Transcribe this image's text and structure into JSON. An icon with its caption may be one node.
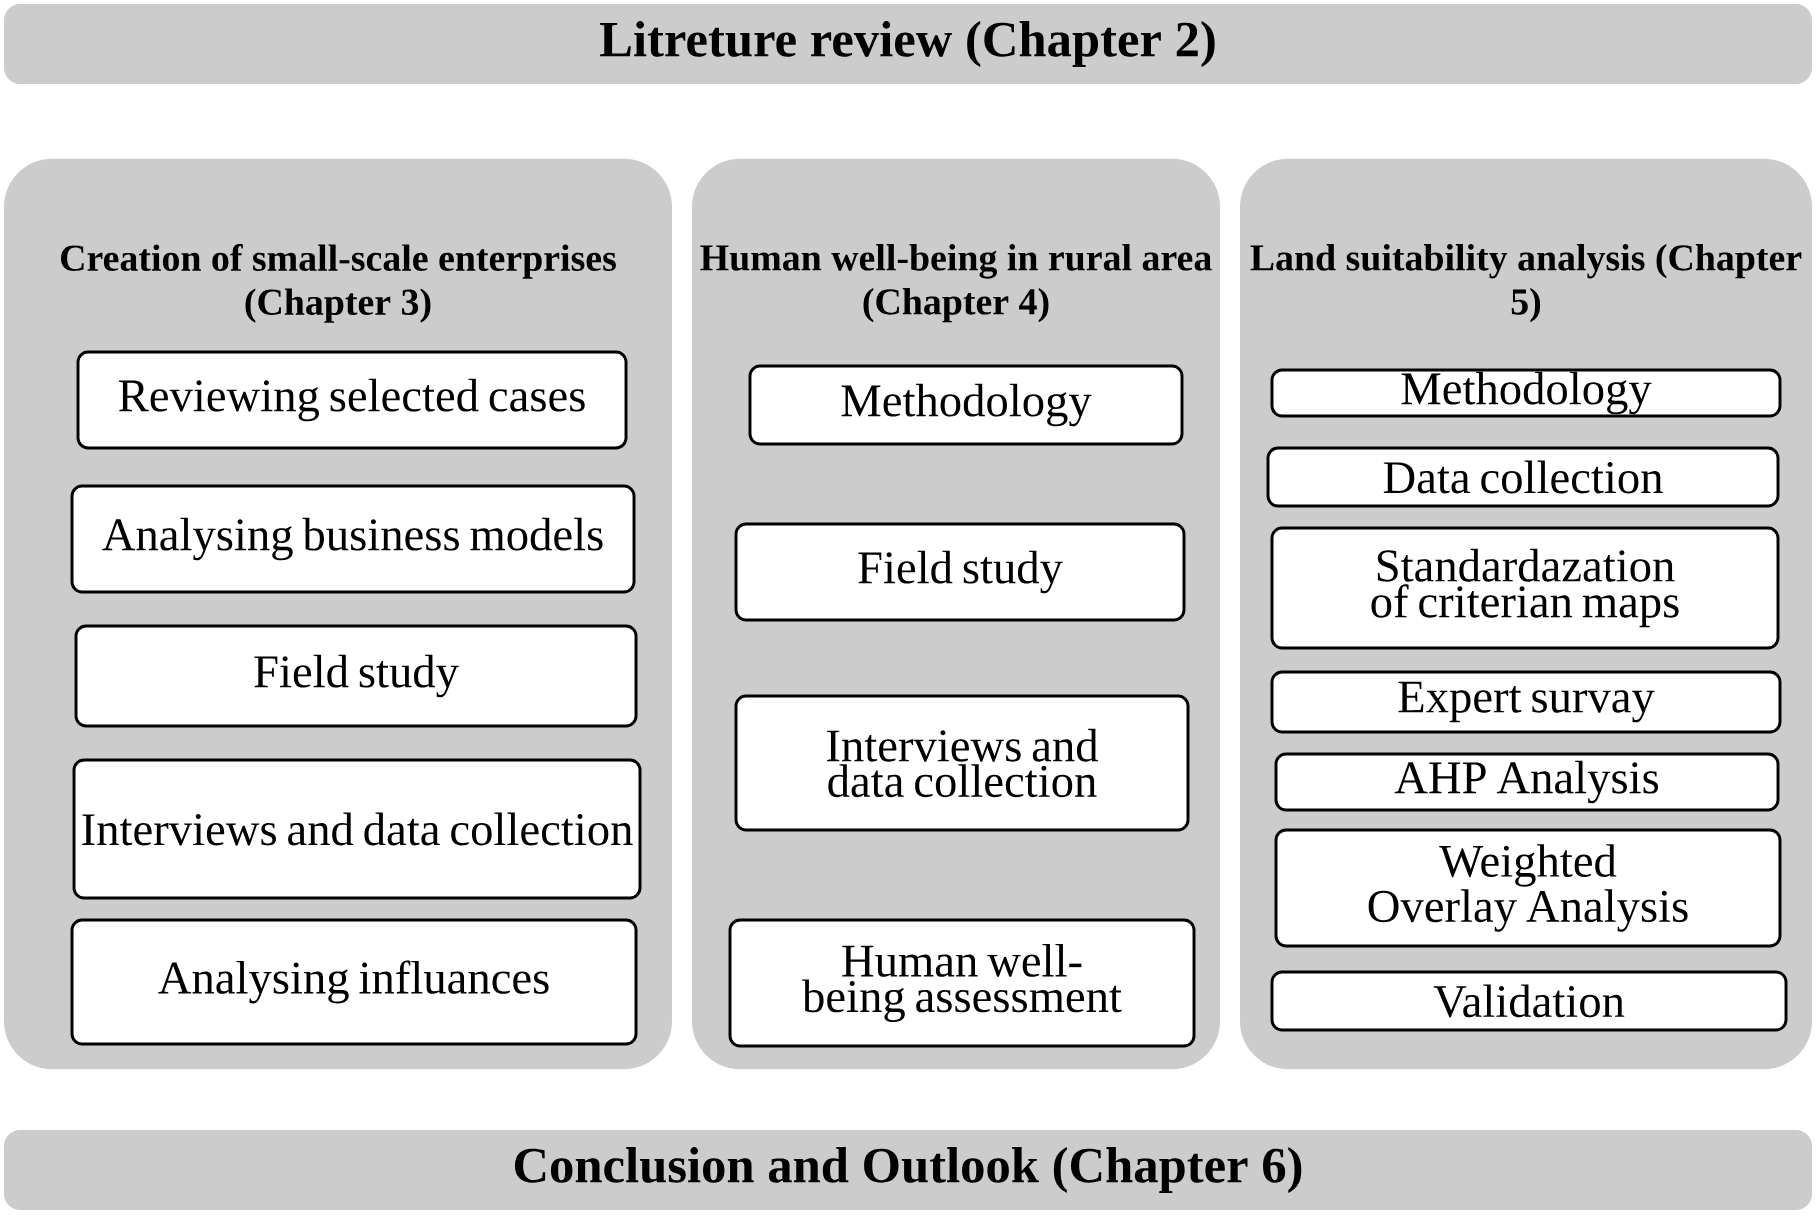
{
  "diagram": {
    "nodes": [
      {
        "text": [
          "Litreture review (Chapter 2)"
        ]
      },
      {
        "text": [
          "Creation of small-scale enterprises (Chapter 3)"
        ]
      },
      {
        "text": [
          "Reviewing selected cases"
        ],
        "in": 1
      },
      {
        "text": [
          "Analysing business models"
        ],
        "in": 1
      },
      {
        "text": [
          "Field study"
        ],
        "in": 1
      },
      {
        "text": [
          "Interviews and data collection"
        ],
        "in": 1
      },
      {
        "text": [
          "Analysing influances"
        ],
        "in": 1
      },
      {
        "text": [
          "Human well-being in rural area (Chapter 4)"
        ]
      },
      {
        "text": [
          "Methodology"
        ],
        "in": 7
      },
      {
        "text": [
          "Field study"
        ],
        "in": 7
      },
      {
        "text": [
          "Interviews and data collection"
        ],
        "in": 7
      },
      {
        "text": [
          "Human well-being assessment"
        ],
        "in": 7
      },
      {
        "text": [
          "Land suitability analysis (Chapter 5)"
        ]
      },
      {
        "text": [
          "Methodology"
        ],
        "in": 12
      },
      {
        "text": [
          "Data collection"
        ],
        "in": 12
      },
      {
        "text": [
          "Standardazation of criterian maps"
        ],
        "in": 12
      },
      {
        "text": [
          "Expert survay"
        ],
        "in": 12
      },
      {
        "text": [
          "AHP Analysis"
        ],
        "in": 12
      },
      {
        "text": [
          "Weighted Overlay Analysis"
        ],
        "in": 12
      },
      {
        "text": [
          "Validation"
        ],
        "in": 12
      },
      {
        "text": [
          "Conclusion and Outlook (Chapter 6)"
        ]
      }
    ]
  }
}
